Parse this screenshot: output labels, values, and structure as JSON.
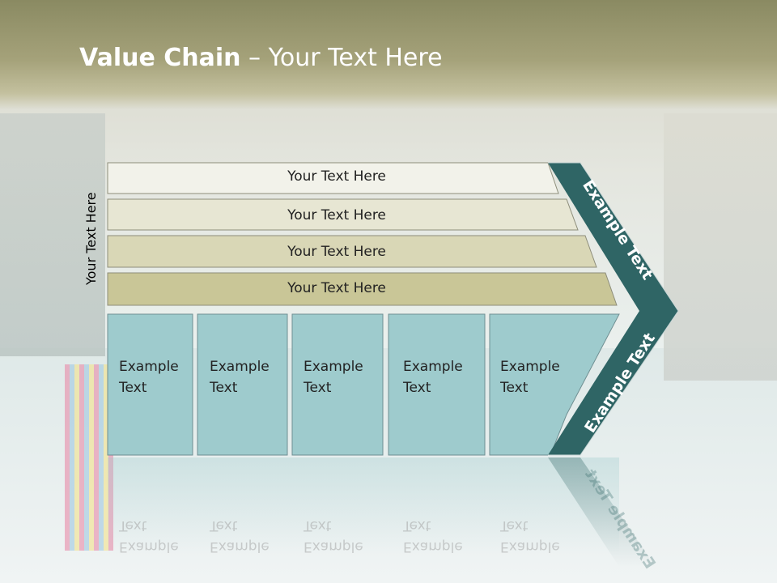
{
  "slide": {
    "title_bold": "Value Chain",
    "title_rest": " – Your Text Here",
    "side_label": "Your Text Here"
  },
  "bars": [
    {
      "label": "Your Text Here",
      "color": "#f2f2ea"
    },
    {
      "label": "Your Text Here",
      "color": "#e7e6d3"
    },
    {
      "label": "Your Text Here",
      "color": "#d9d7b6"
    },
    {
      "label": "Your Text Here",
      "color": "#c9c697"
    }
  ],
  "boxes": [
    {
      "line1": "Example",
      "line2": "Text"
    },
    {
      "line1": "Example",
      "line2": "Text"
    },
    {
      "line1": "Example",
      "line2": "Text"
    },
    {
      "line1": "Example",
      "line2": "Text"
    },
    {
      "line1": "Example",
      "line2": "Text"
    }
  ],
  "chevron": {
    "top_label": "Example Text",
    "bottom_label": "Example Text",
    "color": "#2f6565"
  },
  "colors": {
    "box_fill": "#9ecbcd",
    "box_border": "#6f8f92",
    "bar_border": "#8d8d7a"
  }
}
